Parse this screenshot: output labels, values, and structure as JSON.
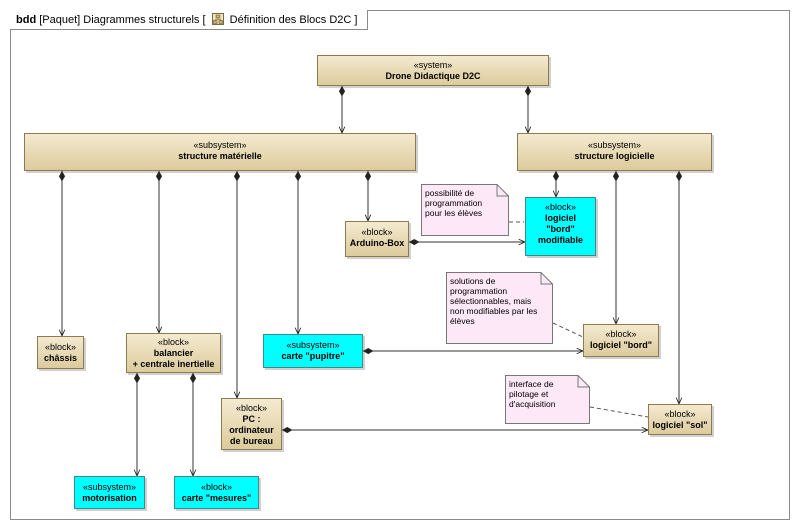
{
  "header": {
    "kind": "bdd",
    "qualifier": "[Paquet] Diagrammes structurels [",
    "diagram_name": "Définition des Blocs D2C",
    "closing": "]"
  },
  "blocks": {
    "drone": {
      "stereotype": "«system»",
      "name": "Drone Didactique D2C"
    },
    "materielle": {
      "stereotype": "«subsystem»",
      "name": "structure matérielle"
    },
    "logicielle": {
      "stereotype": "«subsystem»",
      "name": "structure logicielle"
    },
    "arduino": {
      "stereotype": "«block»",
      "name": "Arduino-Box"
    },
    "logiciel_bord_mod": {
      "stereotype": "«block»",
      "name": "logiciel\n\"bord\"\nmodifiable"
    },
    "chassis": {
      "stereotype": "«block»",
      "name": "châssis"
    },
    "balancier": {
      "stereotype": "«block»",
      "name": "balancier\n+ centrale inertielle"
    },
    "pupitre": {
      "stereotype": "«subsystem»",
      "name": "carte \"pupitre\""
    },
    "logiciel_bord": {
      "stereotype": "«block»",
      "name": "logiciel \"bord\""
    },
    "pc": {
      "stereotype": "«block»",
      "name": "PC :\nordinateur\nde bureau"
    },
    "logiciel_sol": {
      "stereotype": "«block»",
      "name": "logiciel \"sol\""
    },
    "motorisation": {
      "stereotype": "«subsystem»",
      "name": "motorisation"
    },
    "mesures": {
      "stereotype": "«block»",
      "name": "carte \"mesures\""
    }
  },
  "notes": {
    "n1": "possibilité de\nprogrammation\npour les élèves",
    "n2": "solutions de\nprogrammation\nsélectionnables, mais\nnon modifiables par les\nélèves",
    "n3": "interface de\npilotage et\nd'acquisition"
  },
  "colors": {
    "block_fill": "#e8dcb8",
    "highlight_fill": "#00ffff",
    "note_fill": "#fde8f8"
  }
}
